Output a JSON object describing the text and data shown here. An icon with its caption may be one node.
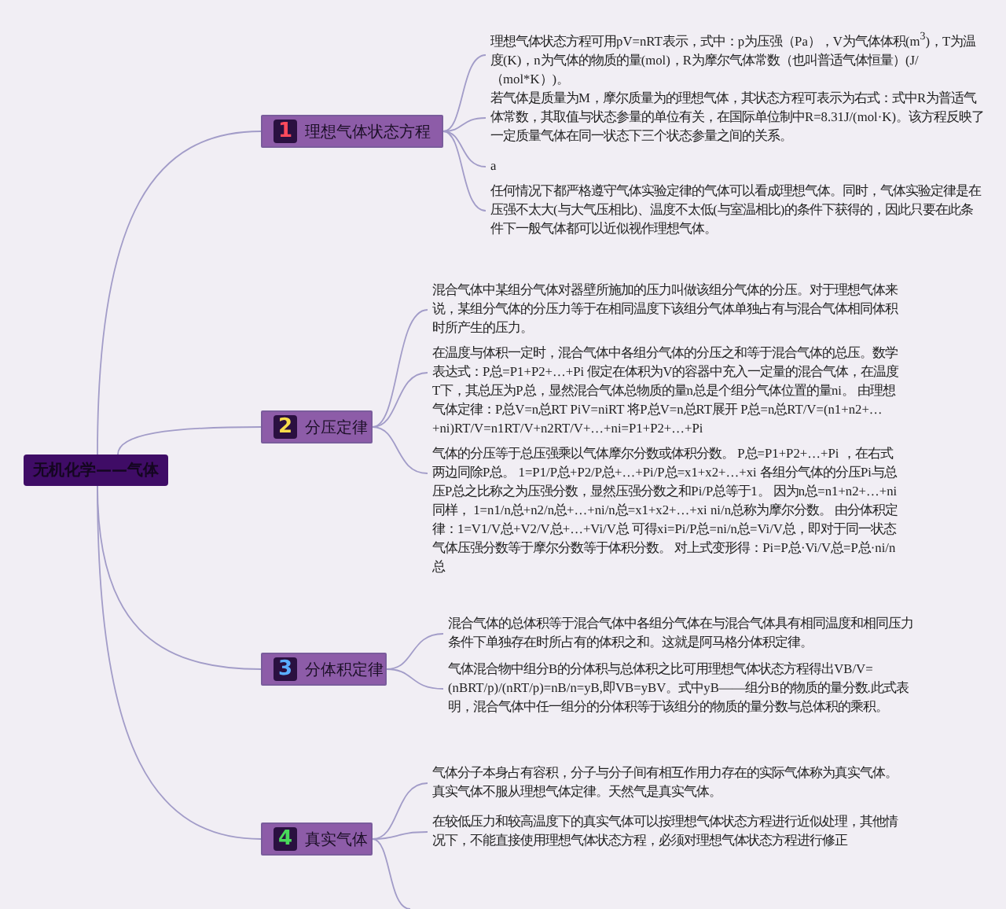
{
  "diagram": {
    "nodes": [
      {
        "text": [
          "无机化学——气体"
        ]
      },
      {
        "text": [
          "1",
          "理想气体状态方程"
        ]
      },
      {
        "text": [
          "理想气体状态方程可用pV=nRT表示，式中：p为压强（Pa），V为气体体积(m$^{3}$)，T为温度(K)，n为气体的物质的量(mol)，R为摩尔气体常数（也叫普适气体恒量）(J/（mol*K）)。"
        ]
      },
      {
        "text": [
          "若气体是质量为M，摩尔质量为的理想气体，其状态方程可表示为右式：式中R为普适气体常数，其取值与状态参量的单位有关，在国际单位制中R=8.31J/(mol·K)。该方程反映了一定质量气体在同一状态下三个状态参量之间的关系。"
        ]
      },
      {
        "text": [
          "a"
        ]
      },
      {
        "text": [
          "任何情况下都严格遵守气体实验定律的气体可以看成理想气体。同时，气体实验定律是在压强不太大(与大气压相比)、温度不太低(与室温相比)的条件下获得的，因此只要在此条件下一般气体都可以近似视作理想气体。"
        ]
      },
      {
        "text": [
          "2",
          "分压定律"
        ]
      },
      {
        "text": [
          "混合气体中某组分气体对器壁所施加的压力叫做该组分气体的分压。对于理想气体来说，某组分气体的分压力等于在相同温度下该组分气体单独占有与混合气体相同体积时所产生的压力。"
        ]
      },
      {
        "text": [
          "在温度与体积一定时，混合气体中各组分气体的分压之和等于混合气体的总压。数学表达式：P总=P1+P2+…+Pi 假定在体积为V的容器中充入一定量的混合气体，在温度T下，其总压为P总，显然混合气体总物质的量n总是个组分气体位置的量ni。 由理想气体定律：P总V=n总RT PiV=niRT 将P总V=n总RT展开 P总=n总RT/V=(n1+n2+…+ni)RT/V=n1RT/V+n2RT/V+…+ni=P1+P2+…+Pi"
        ]
      },
      {
        "text": [
          "气体的分压等于总压强乘以气体摩尔分数或体积分数。 P总=P1+P2+…+Pi ，在右式两边同除P总。 1=P1/P总+P2/P总+…+Pi/P总=x1+x2+…+xi 各组分气体的分压Pi与总压P总之比称之为压强分数，显然压强分数之和Pi/P总等于1。 因为n总=n1+n2+…+ni 同样， 1=n1/n总+n2/n总+…+ni/n总=x1+x2+…+xi ni/n总称为摩尔分数。 由分体积定律：1=V1/V总+V2/V总+…+Vi/V总 可得xi=Pi/P总=ni/n总=Vi/V总，即对于同一状态气体压强分数等于摩尔分数等于体积分数。 对上式变形得：Pi=P总·Vi/V总=P总·ni/n总"
        ]
      },
      {
        "text": [
          "3",
          "分体积定律"
        ]
      },
      {
        "text": [
          "混合气体的总体积等于混合气体中各组分气体在与混合气体具有相同温度和相同压力条件下单独存在时所占有的体积之和。这就是阿马格分体积定律。"
        ]
      },
      {
        "text": [
          "气体混合物中组分B的分体积与总体积之比可用理想气体状态方程得出VB/V=(nBRT/p)/(nRT/p)=nB/n=yB,即VB=yBV。式中yB——组分B的物质的量分数.此式表明，混合气体中任一组分的分体积等于该组分的物质的量分数与总体积的乘积。"
        ]
      },
      {
        "text": [
          "4",
          "真实气体"
        ]
      },
      {
        "text": [
          "气体分子本身占有容积，分子与分子间有相互作用力存在的实际气体称为真实气体。真实气体不服从理想气体定律。天然气是真实气体。"
        ]
      },
      {
        "text": [
          "在较低压力和较高温度下的真实气体可以按理想气体状态方程进行近似处理，其他情况下，不能直接使用理想气体状态方程，必须对理想气体状态方程进行修正"
        ]
      }
    ],
    "edges": [
      {
        "from": 0,
        "to": 1,
        "arrow": "none"
      },
      {
        "from": 0,
        "to": 6,
        "arrow": "none"
      },
      {
        "from": 0,
        "to": 10,
        "arrow": "none"
      },
      {
        "from": 0,
        "to": 13,
        "arrow": "none"
      },
      {
        "from": 1,
        "to": 2,
        "arrow": "none"
      },
      {
        "from": 1,
        "to": 3,
        "arrow": "none"
      },
      {
        "from": 1,
        "to": 4,
        "arrow": "none"
      },
      {
        "from": 1,
        "to": 5,
        "arrow": "none"
      },
      {
        "from": 6,
        "to": 7,
        "arrow": "none"
      },
      {
        "from": 6,
        "to": 8,
        "arrow": "none"
      },
      {
        "from": 6,
        "to": 9,
        "arrow": "none"
      },
      {
        "from": 10,
        "to": 11,
        "arrow": "none"
      },
      {
        "from": 10,
        "to": 12,
        "arrow": "none"
      },
      {
        "from": 13,
        "to": 14,
        "arrow": "none"
      },
      {
        "from": 13,
        "to": 15,
        "arrow": "none"
      },
      {
        "from": 13,
        "to": null,
        "arrow": "none"
      }
    ]
  }
}
